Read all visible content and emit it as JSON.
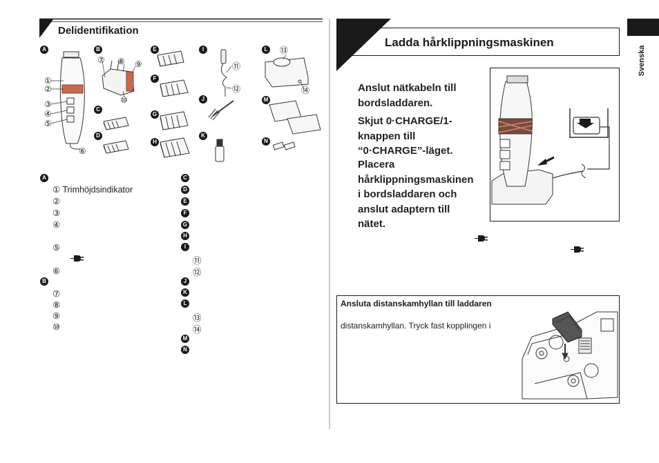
{
  "left": {
    "title": "Delidentifikation",
    "figure_letters": [
      "A",
      "B",
      "C",
      "D",
      "E",
      "F",
      "G",
      "H",
      "I",
      "J",
      "K",
      "L",
      "M",
      "N"
    ],
    "figure_numbers": [
      "①",
      "②",
      "③",
      "④",
      "⑤",
      "⑥",
      "⑦",
      "⑧",
      "⑨",
      "⑩",
      "⑪",
      "⑫",
      "⑬",
      "⑭"
    ],
    "list_a_badge": "A",
    "list_a_items": [
      "①",
      "②",
      "③",
      "④",
      "⑤",
      "⑥"
    ],
    "list_a_item1_text": "Trimhöjdsindikator",
    "list_b_badge": "B",
    "list_b_items": [
      "⑦",
      "⑧",
      "⑨",
      "⑩"
    ],
    "col2_badges": [
      "C",
      "D",
      "E",
      "F",
      "G",
      "H",
      "I"
    ],
    "col2_i_items": [
      "⑪",
      "⑫"
    ],
    "col2_badges2": [
      "J",
      "K",
      "L"
    ],
    "col2_l_items": [
      "⑬",
      "⑭"
    ],
    "col2_badges3": [
      "M",
      "N"
    ]
  },
  "right": {
    "side_tab": "Svenska",
    "title": "Ladda hårklippningsmaskinen",
    "steps": [
      [
        "Anslut nätkabeln till",
        "bordsladdaren."
      ],
      [
        "Skjut 0·CHARGE/1-",
        "knappen till",
        "“0·CHARGE”-läget."
      ],
      [
        "Placera",
        "hårklippningsmaskinen",
        "i bordsladdaren och",
        "anslut adaptern till",
        "nätet."
      ]
    ],
    "box_title": "Ansluta distanskamhyllan till laddaren",
    "box_text": "distanskamhyllan. Tryck fast kopplingen i"
  }
}
